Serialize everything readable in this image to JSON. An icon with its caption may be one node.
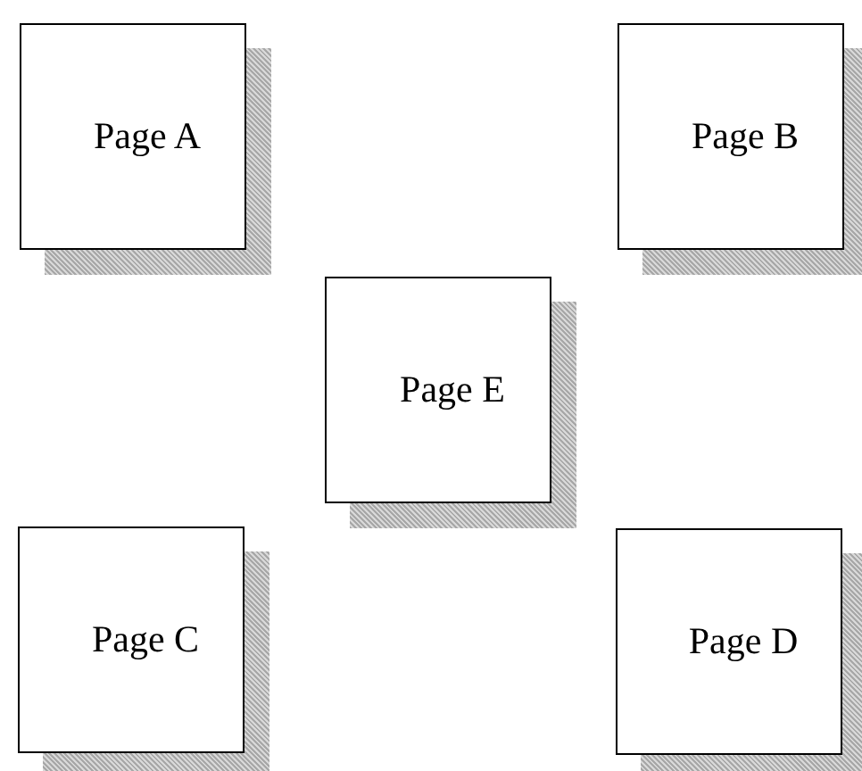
{
  "diagram": {
    "nodes": [
      {
        "text": [
          "Page A"
        ]
      },
      {
        "text": [
          "Page B"
        ]
      },
      {
        "text": [
          "Page E"
        ]
      },
      {
        "text": [
          "Page C"
        ]
      },
      {
        "text": [
          "Page D"
        ]
      }
    ]
  }
}
